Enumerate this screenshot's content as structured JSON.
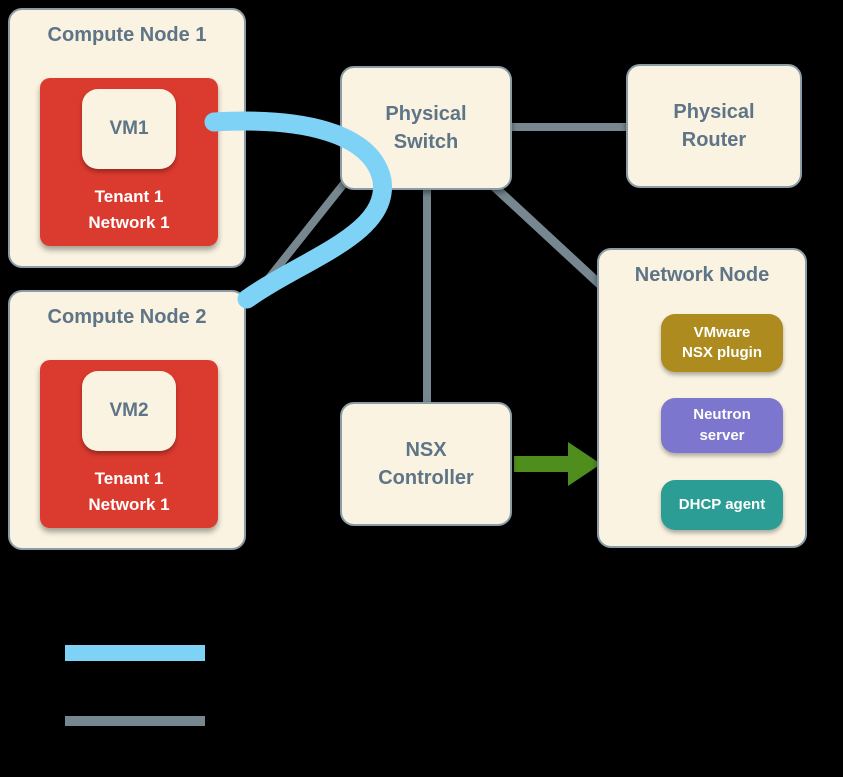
{
  "colors": {
    "background": "#000000",
    "box_fill": "#FAF3E1",
    "box_border": "#8A9CA8",
    "title_text": "#5E7487",
    "tenant_box_red": "#DB3A2E",
    "nsx_plugin_gold": "#AD8B1F",
    "neutron_purple": "#7C76CE",
    "dhcp_teal": "#2C9D94",
    "data_network_blue": "#7ED2F6",
    "management_network_gray": "#76878F",
    "arrow_green": "#4F8D1D"
  },
  "nodes": {
    "compute_node_1": {
      "title": "Compute Node 1",
      "vm_label": "VM1",
      "network_label": "Tenant 1\nNetwork 1"
    },
    "compute_node_2": {
      "title": "Compute Node 2",
      "vm_label": "VM2",
      "network_label": "Tenant 1\nNetwork 1"
    },
    "physical_switch": {
      "label": "Physical\nSwitch"
    },
    "physical_router": {
      "label": "Physical\nRouter"
    },
    "nsx_controller": {
      "label": "NSX\nController"
    },
    "network_node": {
      "title": "Network Node",
      "components": [
        {
          "label": "VMware\nNSX plugin",
          "color": "#AD8B1F"
        },
        {
          "label": "Neutron\nserver",
          "color": "#7C76CE"
        },
        {
          "label": "DHCP agent",
          "color": "#2C9D94"
        }
      ]
    }
  },
  "connections": [
    {
      "from": "compute_node_1",
      "to": "compute_node_2",
      "type": "tenant-data-network",
      "color": "#7ED2F6"
    },
    {
      "from": "physical_switch",
      "to": "physical_router",
      "type": "management-network",
      "color": "#76878F"
    },
    {
      "from": "physical_switch",
      "to": "nsx_controller",
      "type": "management-network",
      "color": "#76878F"
    },
    {
      "from": "physical_switch",
      "to": "network_node",
      "type": "management-network",
      "color": "#76878F"
    },
    {
      "from": "compute_node_2",
      "to": "physical_switch",
      "type": "management-network",
      "color": "#76878F"
    },
    {
      "from": "nsx_controller",
      "to": "network_node",
      "type": "control-arrow",
      "color": "#4F8D1D"
    }
  ],
  "legend": {
    "blue_sample_color": "#7ED2F6",
    "gray_sample_color": "#76878F"
  }
}
